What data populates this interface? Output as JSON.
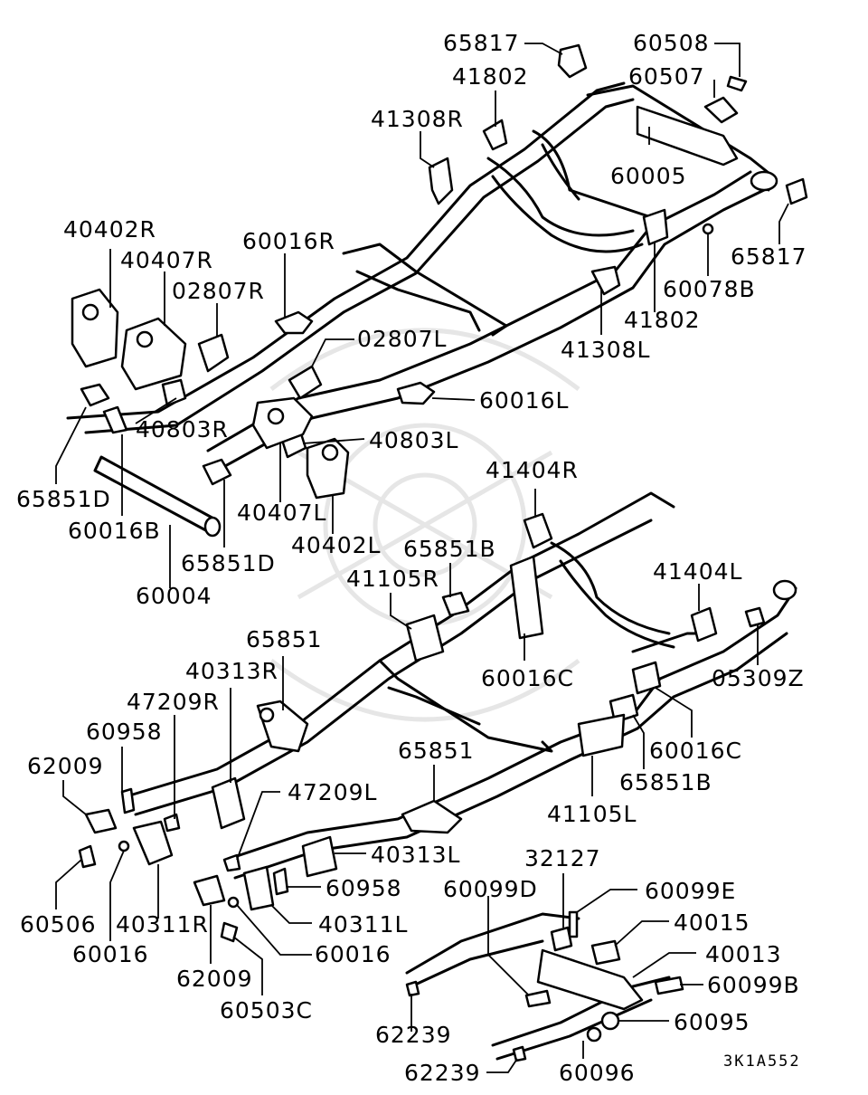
{
  "diagram": {
    "labels": {
      "L65817a": "65817",
      "L60508": "60508",
      "L41802a": "41802",
      "L60507": "60507",
      "L41308R": "41308R",
      "L60005": "60005",
      "L65817b": "65817",
      "L40402R": "40402R",
      "L60016R": "60016R",
      "L40407R": "40407R",
      "L02807R": "02807R",
      "L60078B": "60078B",
      "L41802b": "41802",
      "L41308L": "41308L",
      "L02807L": "02807L",
      "L60016L": "60016L",
      "L40803R": "40803R",
      "L40803L": "40803L",
      "L65851Da": "65851D",
      "L60016B": "60016B",
      "L40407L": "40407L",
      "L41404R": "41404R",
      "L40402L": "40402L",
      "L65851Db": "65851D",
      "L65851Ba": "65851B",
      "L60004": "60004",
      "L41105R": "41105R",
      "L41404L": "41404L",
      "L65851a": "65851",
      "L60016Ca": "60016C",
      "L05309Z": "05309Z",
      "L40313R": "40313R",
      "L47209R": "47209R",
      "L60958a": "60958",
      "L60016Cb": "60016C",
      "L65851b": "65851",
      "L62009a": "62009",
      "L65851Bb": "65851B",
      "L47209L": "47209L",
      "L41105L": "41105L",
      "L40313L": "40313L",
      "L32127": "32127",
      "L60958b": "60958",
      "L60099D": "60099D",
      "L60099E": "60099E",
      "L60506": "60506",
      "L40311R": "40311R",
      "L40311L": "40311L",
      "L40015": "40015",
      "L60016a": "60016",
      "L40013": "40013",
      "L62009b": "62009",
      "L60016b": "60016",
      "L60099B": "60099B",
      "L60503C": "60503C",
      "L60095": "60095",
      "L62239a": "62239",
      "L62239b": "62239",
      "L60096": "60096"
    },
    "drawing_code": "3K1A552"
  }
}
